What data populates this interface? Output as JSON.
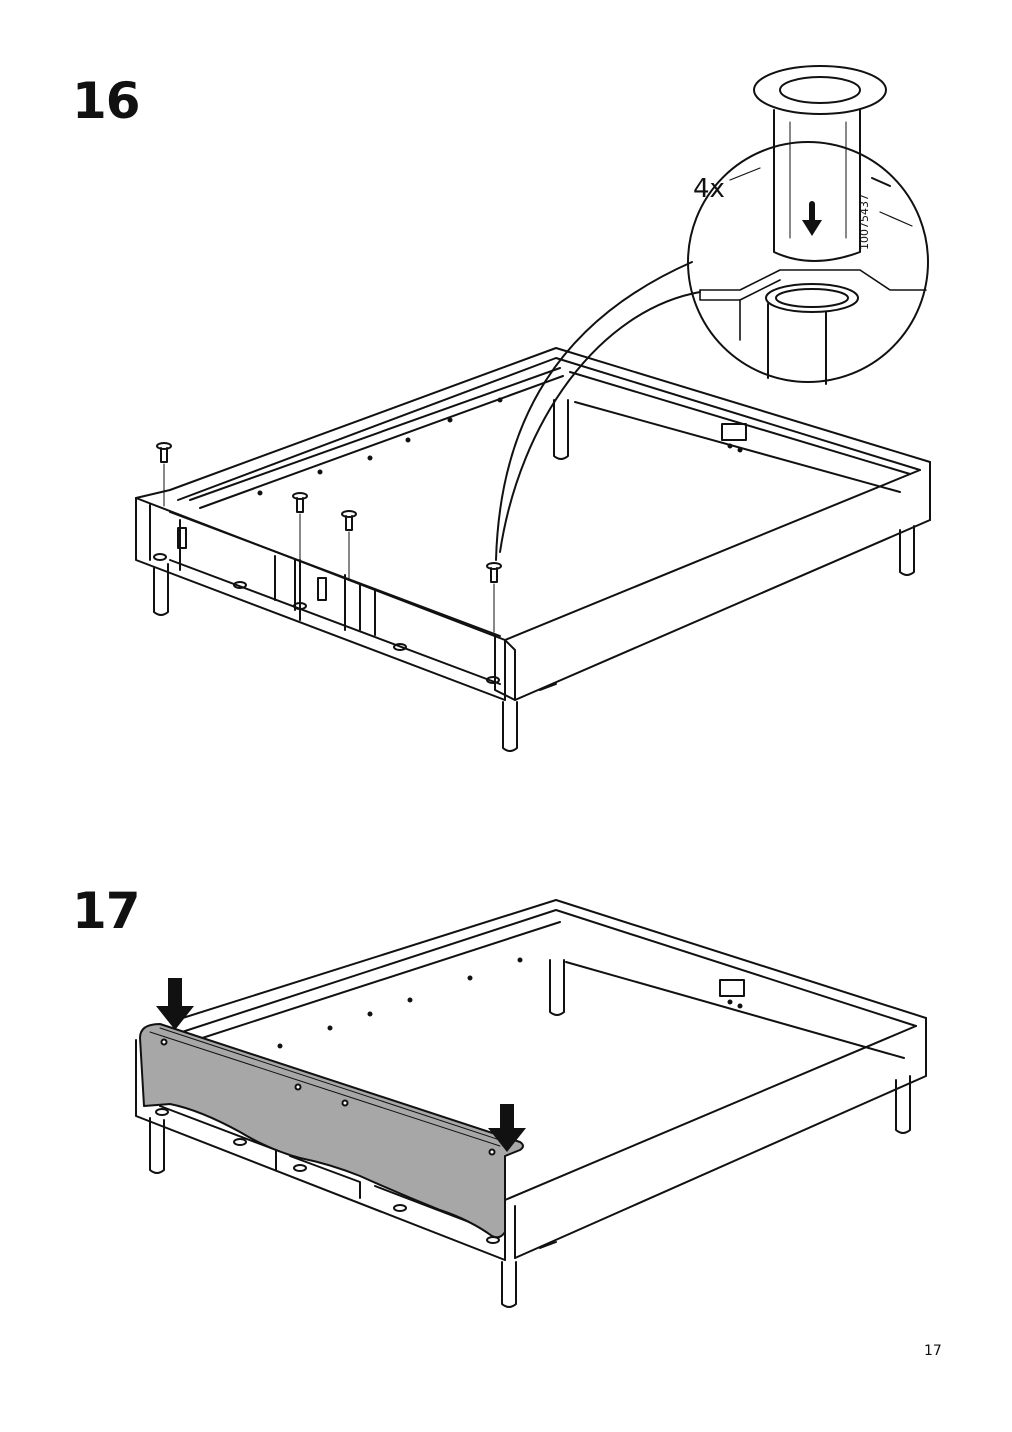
{
  "steps": [
    {
      "number": "16",
      "callout_quantity": "4x",
      "part_number": "10075437"
    },
    {
      "number": "17"
    }
  ],
  "page_number": "17"
}
